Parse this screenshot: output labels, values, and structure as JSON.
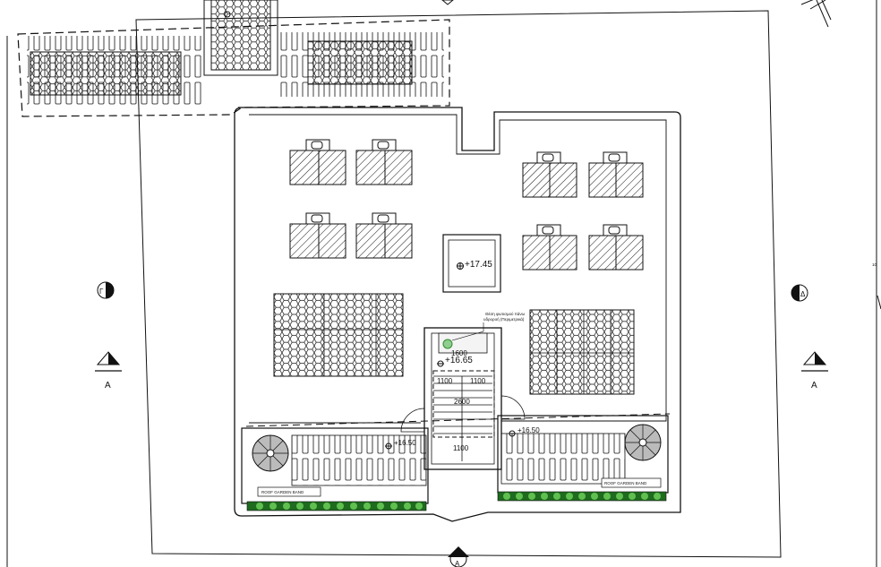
{
  "levels": {
    "skylight": "+17.45",
    "stair_landing": "+16.65",
    "terrace_left": "+16.50",
    "terrace_right": "+16.50"
  },
  "dimensions": {
    "d1": "1600",
    "d2": "1100",
    "d3": "1100",
    "d4": "2600",
    "d5": "1100"
  },
  "section_markers": {
    "left": "A",
    "right": "A",
    "bottom": "A"
  },
  "elevation_markers": {
    "left": "Γ",
    "right": "Δ"
  },
  "roof_garden": {
    "left_label": "ROOF GARDEN BAND",
    "right_label": "ROOF GARDEN BAND"
  },
  "stair_note": {
    "line1": "Θέση φωτισμού πάνω",
    "line2": "υδροροή (Περιμετρικά)"
  },
  "edge_mark": "10",
  "colors": {
    "line": "#111111",
    "planting": "#2e8b2e",
    "paving": "#dcdcdc"
  }
}
